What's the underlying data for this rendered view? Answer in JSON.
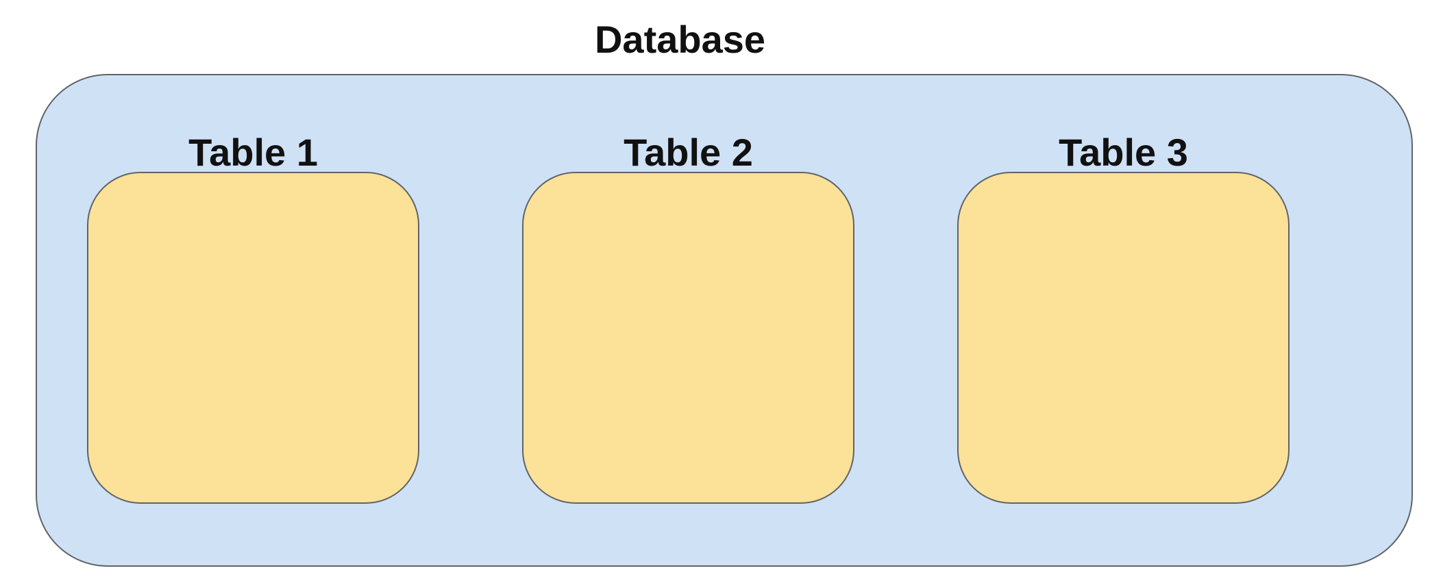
{
  "diagram": {
    "database": {
      "label": "Database",
      "fill": "#cfe1f5"
    },
    "tables": [
      {
        "label": "Table 1",
        "fill": "#fce198"
      },
      {
        "label": "Table 2",
        "fill": "#fce198"
      },
      {
        "label": "Table 3",
        "fill": "#fce198"
      }
    ],
    "border_color": "#5f6368"
  }
}
